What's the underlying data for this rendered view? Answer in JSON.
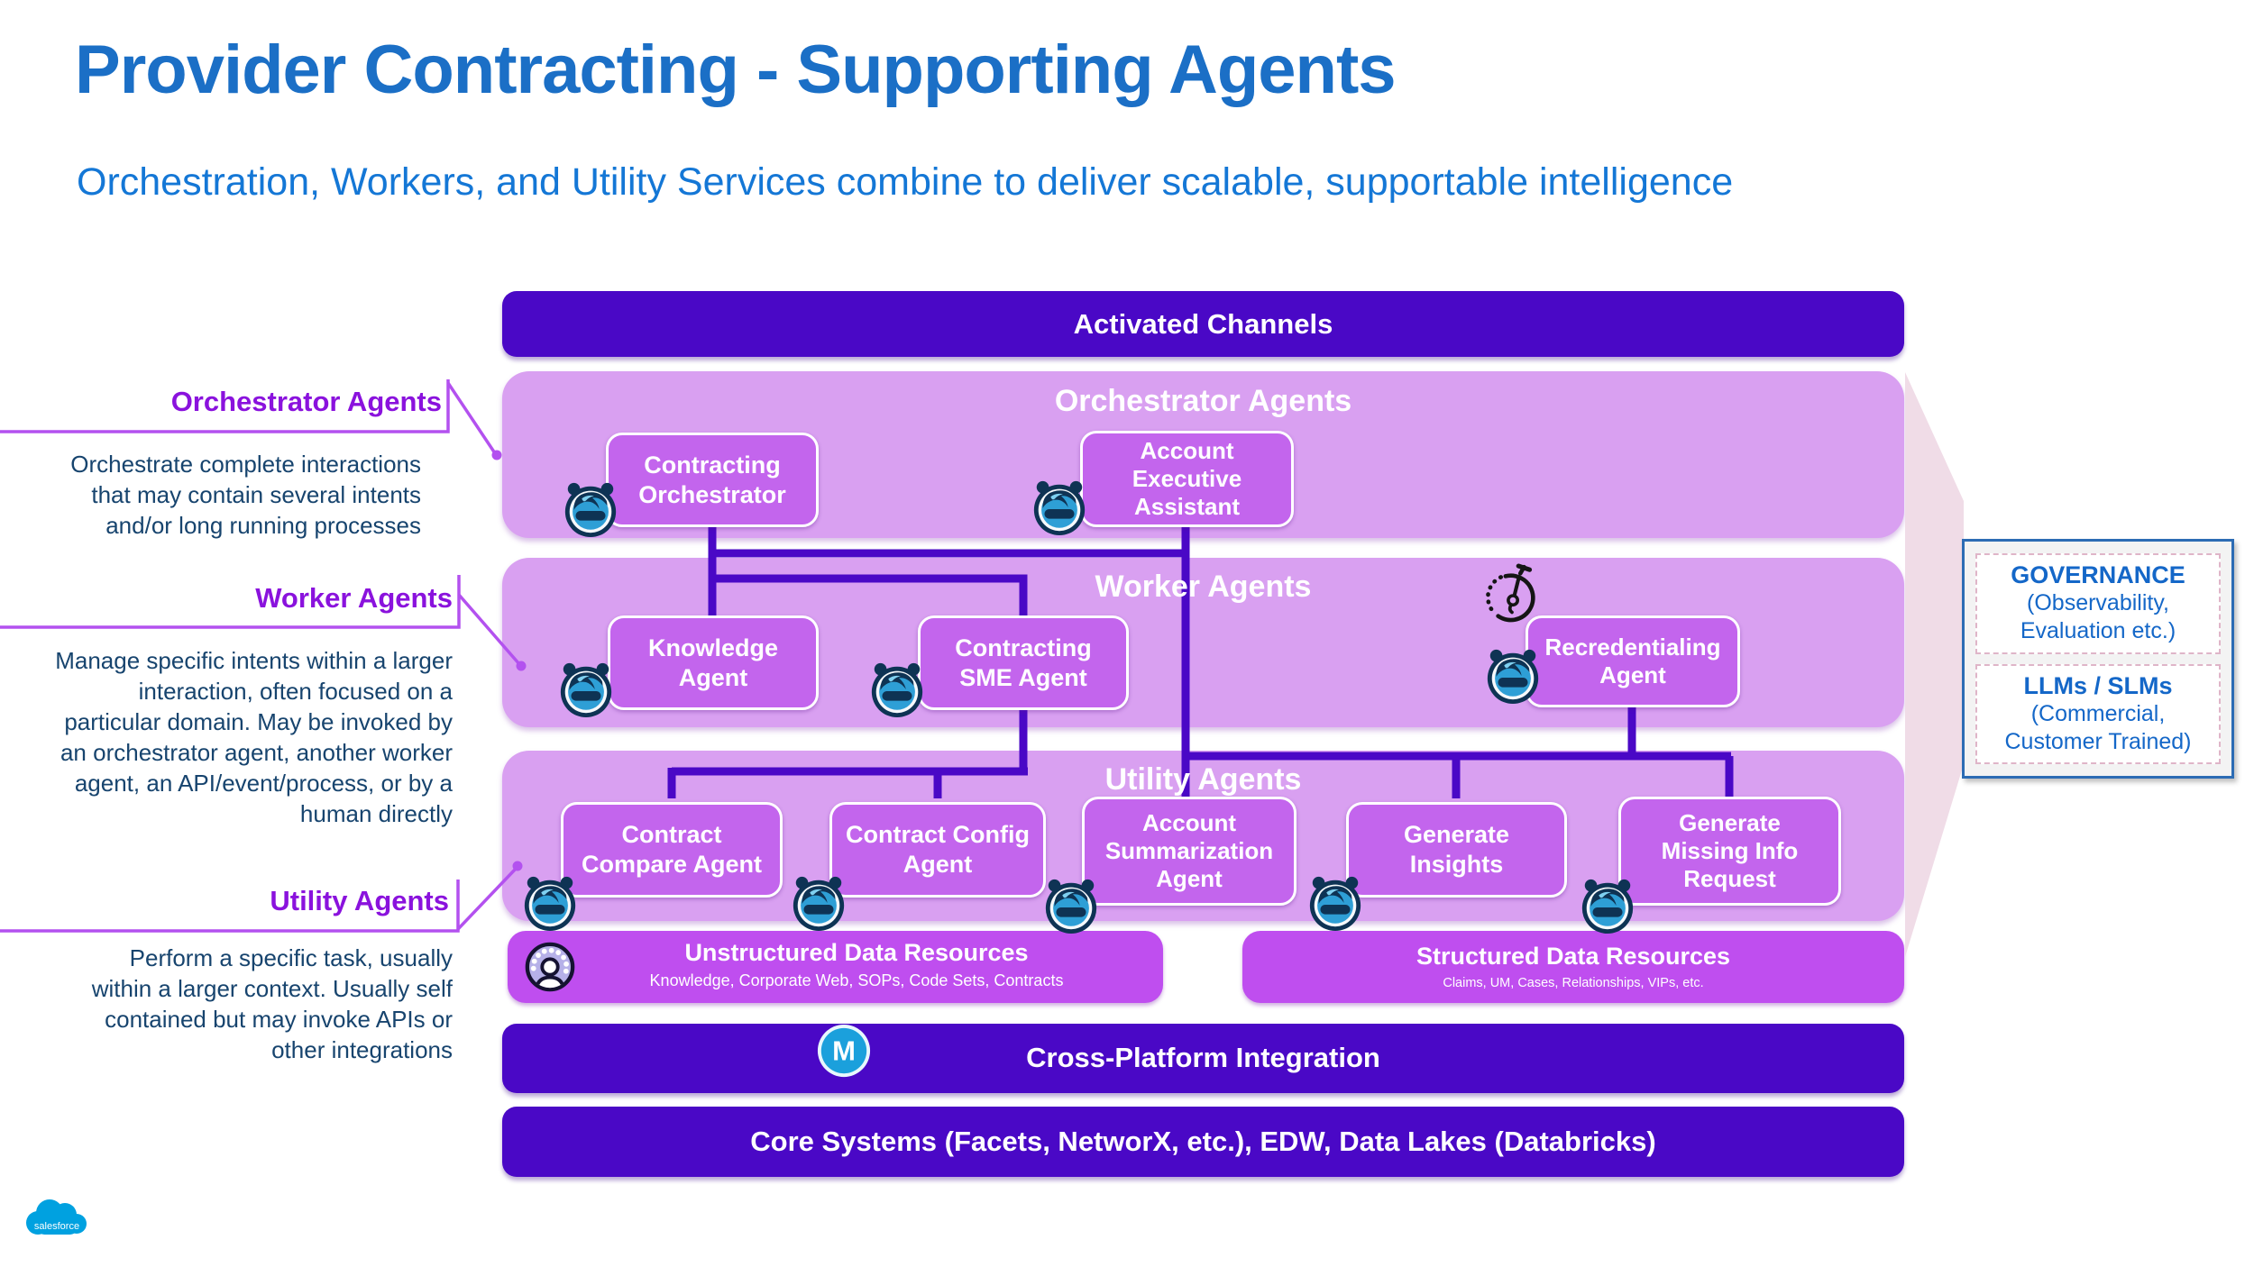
{
  "slide": {
    "title": "Provider Contracting - Supporting Agents",
    "subtitle": "Orchestration, Workers, and Utility Services combine to deliver scalable, supportable intelligence"
  },
  "annotations": [
    {
      "heading": "Orchestrator Agents",
      "body": "Orchestrate complete interactions\nthat may contain several intents\nand/or long running processes"
    },
    {
      "heading": "Worker Agents",
      "body": "Manage specific intents within a larger\ninteraction, often focused on a\nparticular domain. May be invoked by\nan orchestrator agent, another worker\nagent, an API/event/process, or by a\nhuman directly"
    },
    {
      "heading": "Utility Agents",
      "body": "Perform a specific task, usually\nwithin a larger context. Usually self\ncontained but may invoke APIs or\nother integrations"
    }
  ],
  "diagram": {
    "activated_channels": "Activated Channels",
    "sections": {
      "orchestrator": {
        "label": "Orchestrator Agents",
        "agents": [
          "Contracting\nOrchestrator",
          "Account\nExecutive\nAssistant"
        ]
      },
      "worker": {
        "label": "Worker Agents",
        "agents": [
          "Knowledge\nAgent",
          "Contracting\nSME Agent",
          "Recredentialing\nAgent"
        ]
      },
      "utility": {
        "label": "Utility Agents",
        "agents": [
          "Contract\nCompare Agent",
          "Contract Config\nAgent",
          "Account\nSummarization\nAgent",
          "Generate\nInsights",
          "Generate\nMissing Info\nRequest"
        ]
      }
    },
    "data_resources": [
      {
        "title": "Unstructured Data Resources",
        "subtitle": "Knowledge, Corporate Web, SOPs, Code Sets, Contracts"
      },
      {
        "title": "Structured Data Resources",
        "subtitle": "Claims, UM, Cases, Relationships, VIPs, etc."
      }
    ],
    "integration_label": "Cross-Platform Integration",
    "integration_icon_letter": "M",
    "core_systems_label": "Core Systems (Facets, NetworX, etc.), EDW, Data Lakes (Databricks)"
  },
  "governance_panel": {
    "items": [
      {
        "title": "GOVERNANCE",
        "detail": "(Observability,\nEvaluation etc.)"
      },
      {
        "title": "LLMs / SLMs",
        "detail": "(Commercial,\nCustomer Trained)"
      }
    ]
  },
  "footer": {
    "logo_text": "salesforce"
  },
  "icons": {
    "agent": "agentforce-robot-icon",
    "timer": "stopwatch-icon",
    "unstructured": "person-dial-icon",
    "integration": "mulesoft-icon",
    "logo": "salesforce-cloud-logo"
  },
  "colors": {
    "deep_violet": "#4a08c6",
    "band_lavender": "#d9a0f1",
    "agent_box_purple": "#c365ed",
    "resource_bar_purple": "#bf4eef",
    "annotation_heading_purple": "#8a12dd",
    "connector_line_purple": "#b351ef",
    "title_blue": "#1b6fc6",
    "body_navy": "#17446e",
    "governance_blue": "#1467c8",
    "chevron_pink": "#f0dce7",
    "logo_blue": "#00a1e0"
  }
}
